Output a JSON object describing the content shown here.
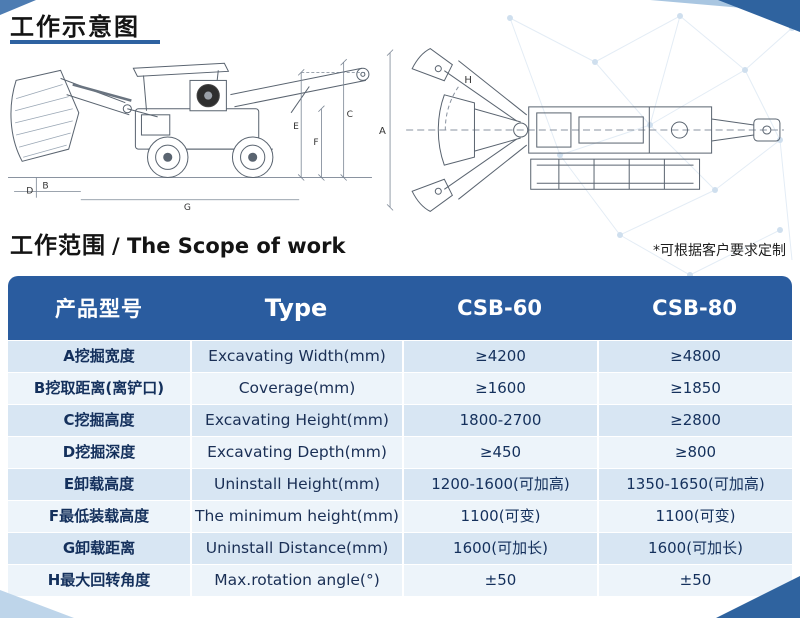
{
  "page": {
    "main_title": "工作示意图",
    "scope_title_zh": "工作范围",
    "scope_title_en": "/ The Scope of work",
    "custom_note": "*可根据客户要求定制"
  },
  "diagram": {
    "left_labels": {
      "B": "B",
      "C": "C",
      "D": "D",
      "E": "E",
      "F": "F",
      "G": "G"
    },
    "right_labels": {
      "A": "A",
      "H": "H"
    }
  },
  "table": {
    "headers": {
      "model": "产品型号",
      "type": "Type",
      "col1": "CSB-60",
      "col2": "CSB-80"
    },
    "rows": [
      {
        "param": "A挖掘宽度",
        "type": "Excavating Width(mm)",
        "csb60": "≥4200",
        "csb80": "≥4800"
      },
      {
        "param": "B挖取距离(离铲口)",
        "type": "Coverage(mm)",
        "csb60": "≥1600",
        "csb80": "≥1850"
      },
      {
        "param": "C挖掘高度",
        "type": "Excavating Height(mm)",
        "csb60": "1800-2700",
        "csb80": "≥2800"
      },
      {
        "param": "D挖掘深度",
        "type": "Excavating Depth(mm)",
        "csb60": "≥450",
        "csb80": "≥800"
      },
      {
        "param": "E卸载高度",
        "type": "Uninstall Height(mm)",
        "csb60": "1200-1600(可加高)",
        "csb80": "1350-1650(可加高)"
      },
      {
        "param": "F最低装载高度",
        "type": "The minimum height(mm)",
        "csb60": "1100(可变)",
        "csb80": "1100(可变)"
      },
      {
        "param": "G卸载距离",
        "type": "Uninstall Distance(mm)",
        "csb60": "1600(可加长)",
        "csb80": "1600(可加长)"
      },
      {
        "param": "H最大回转角度",
        "type": "Max.rotation angle(°)",
        "csb60": "±50",
        "csb80": "±50"
      }
    ]
  },
  "colors": {
    "header_bg": "#2a5c9f",
    "row_blue": "#d8e6f3",
    "row_light": "#edf4fa",
    "text_dark": "#14305c",
    "accent_underline": "#2e62a1",
    "corner_dark": "#2f639f",
    "corner_light": "#bed5ea"
  }
}
